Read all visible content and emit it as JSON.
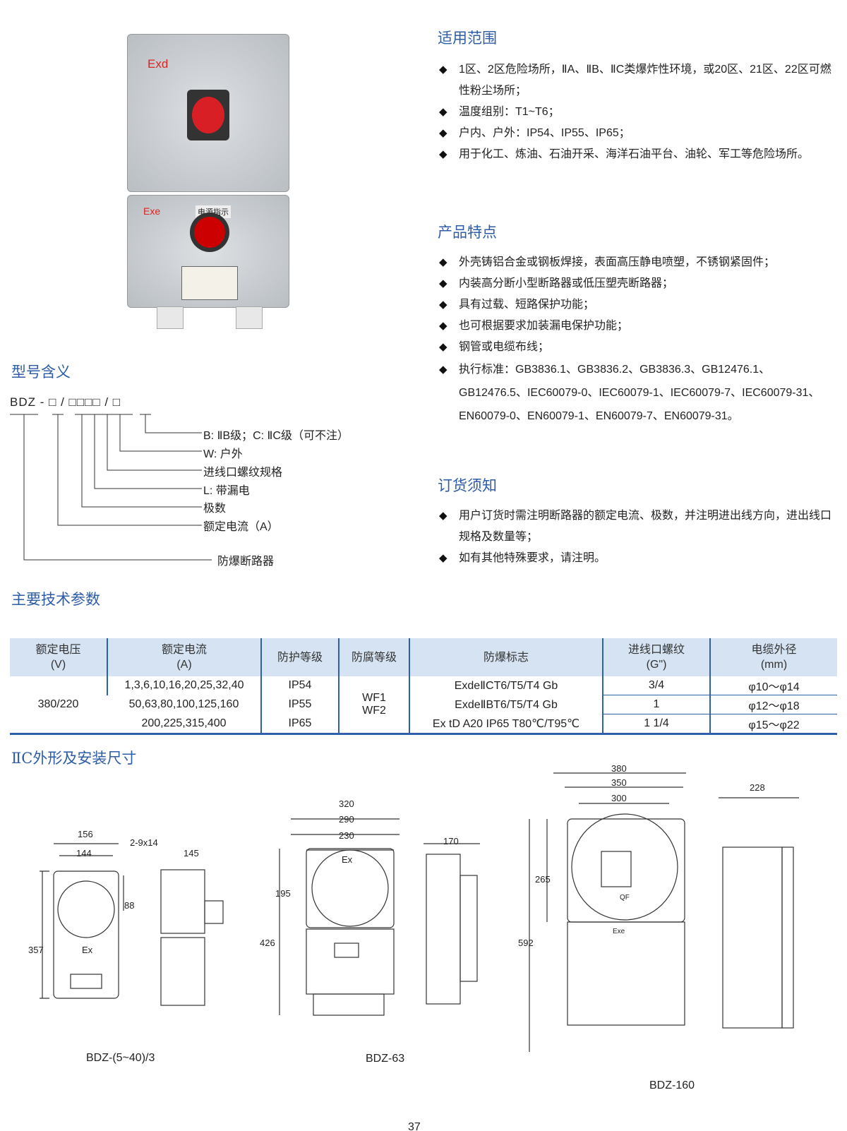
{
  "sections": {
    "scope": "适用范围",
    "features": "产品特点",
    "model": "型号含义",
    "order": "订货须知",
    "params": "主要技术参数",
    "dims": "ⅡC外形及安装尺寸"
  },
  "product_photo": {
    "upper_label": "Exd",
    "lower_label": "Exe",
    "indicator_label": "电源指示"
  },
  "scope_items": [
    "1区、2区危险场所，ⅡA、ⅡB、ⅡC类爆炸性环境，或20区、21区、22区可燃性粉尘场所；",
    "温度组别：T1~T6；",
    "户内、户外：IP54、IP55、IP65；",
    "用于化工、炼油、石油开采、海洋石油平台、油轮、军工等危险场所。"
  ],
  "feature_items": [
    "外壳铸铝合金或钢板焊接，表面高压静电喷塑，不锈钢紧固件；",
    "内装高分断小型断路器或低压塑壳断路器；",
    "具有过载、短路保护功能；",
    "也可根据要求加装漏电保护功能；",
    "钢管或电缆布线；",
    "执行标准：GB3836.1、GB3836.2、GB3836.3、GB12476.1、GB12476.5、IEC60079-0、IEC60079-1、IEC60079-7、IEC60079-31、EN60079-0、EN60079-1、EN60079-7、EN60079-31。"
  ],
  "order_items": [
    "用户订货时需注明断路器的额定电流、极数，并注明进出线方向，进出线口规格及数量等；",
    "如有其他特殊要求，请注明。"
  ],
  "model_code": {
    "code": "BDZ - □ / □□□□ / □",
    "labels": [
      "B: ⅡB级；C: ⅡC级（可不注）",
      "W: 户外",
      "进线口螺纹规格",
      "L: 带漏电",
      "极数",
      "额定电流（A）",
      "防爆断路器"
    ]
  },
  "table": {
    "headers": [
      [
        "额定电压",
        "(V)"
      ],
      [
        "额定电流",
        "(A)"
      ],
      [
        "防护等级",
        ""
      ],
      [
        "防腐等级",
        ""
      ],
      [
        "防爆标志",
        ""
      ],
      [
        "进线口螺纹",
        "(G\")"
      ],
      [
        "电缆外径",
        "(mm)"
      ]
    ],
    "voltage": "380/220",
    "currents": [
      "1,3,6,10,16,20,25,32,40",
      "50,63,80,100,125,160",
      "200,225,315,400"
    ],
    "protection": [
      "IP54",
      "IP55",
      "IP65"
    ],
    "anticorrosion": [
      "WF1",
      "WF2"
    ],
    "ex_marks": [
      "ExdeⅡCT6/T5/T4 Gb",
      "ExdeⅡBT6/T5/T4 Gb",
      "Ex tD A20 IP65 T80℃/T95℃"
    ],
    "threads": [
      "3/4",
      "1",
      "1 1/4"
    ],
    "cable": [
      "φ10～φ14",
      "φ12～φ18",
      "φ15～φ22"
    ]
  },
  "drawings": [
    {
      "name": "BDZ-(5~40)/3",
      "dims": [
        "156",
        "144",
        "2-9x14",
        "145",
        "88",
        "357",
        "Ex"
      ]
    },
    {
      "name": "BDZ-63",
      "dims": [
        "320",
        "290",
        "230",
        "170",
        "195",
        "426",
        "Ex"
      ]
    },
    {
      "name": "BDZ-160",
      "dims": [
        "380",
        "350",
        "300",
        "228",
        "265",
        "592",
        "QF",
        "Exe"
      ]
    }
  ],
  "page_number": "37"
}
